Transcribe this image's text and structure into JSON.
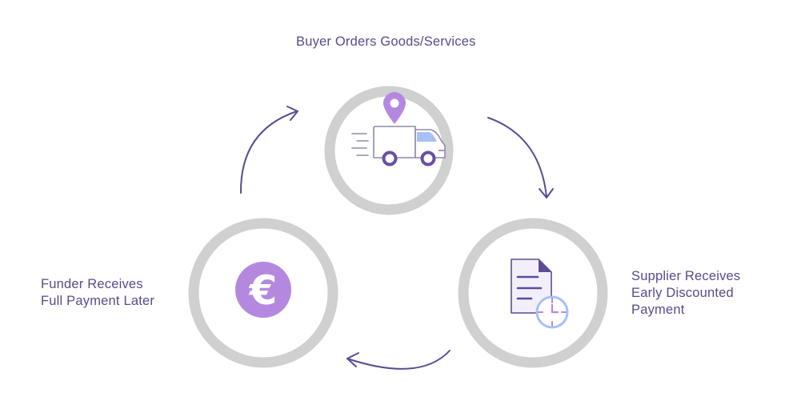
{
  "colors": {
    "text": "#5a4a8a",
    "ring": "#d0d0d0",
    "arrow": "#5b4a95",
    "accent": "#b588e0",
    "truck_outline": "#8f8aa8",
    "truck_window": "#a8c0f5",
    "truck_wheel": "#6a4ea3",
    "doc_fill": "#f3effa",
    "doc_outline": "#5e4b96",
    "clock_ring": "#a8c0f5",
    "clock_hands": "#b588e0"
  },
  "steps": [
    {
      "id": "buyer",
      "icon": "delivery-truck-icon",
      "label_lines": [
        "Buyer Orders Goods/Services"
      ]
    },
    {
      "id": "supplier",
      "icon": "invoice-clock-icon",
      "label_lines": [
        "Supplier Receives",
        "Early Discounted",
        "Payment"
      ]
    },
    {
      "id": "funder",
      "icon": "euro-coin-icon",
      "label_lines": [
        "Funder Receives",
        "Full Payment Later"
      ]
    }
  ],
  "euro_symbol": "€"
}
